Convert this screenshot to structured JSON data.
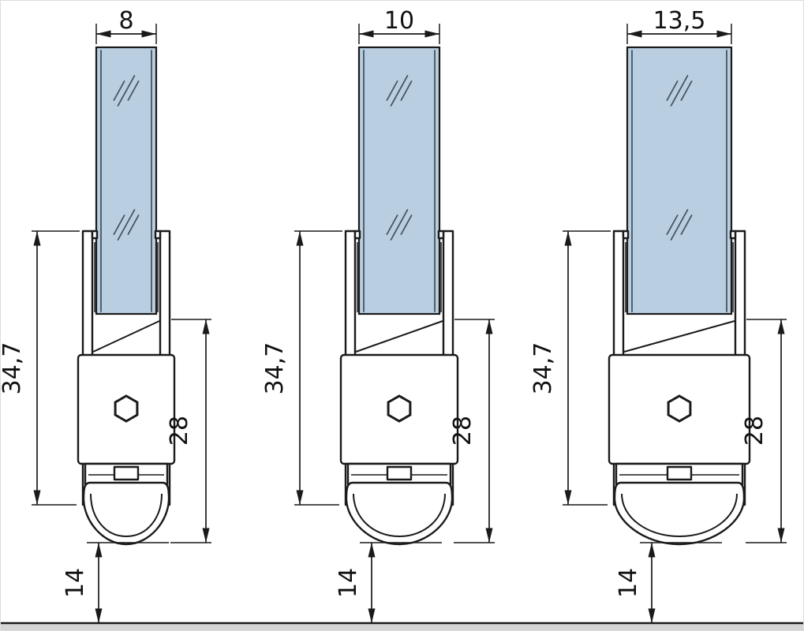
{
  "diagram": {
    "panels": [
      {
        "glass_width": "8",
        "dim_left": "34,7",
        "dim_right": "28",
        "dim_bottom": "14"
      },
      {
        "glass_width": "10",
        "dim_left": "34,7",
        "dim_right": "28",
        "dim_bottom": "14"
      },
      {
        "glass_width": "13,5",
        "dim_left": "34,7",
        "dim_right": "28",
        "dim_bottom": "14"
      }
    ],
    "colors": {
      "line": "#1a1a1a",
      "glass_fill": "#b9cfe1",
      "glass_detail": "#44545f",
      "ground": "#d5d5d5"
    }
  }
}
